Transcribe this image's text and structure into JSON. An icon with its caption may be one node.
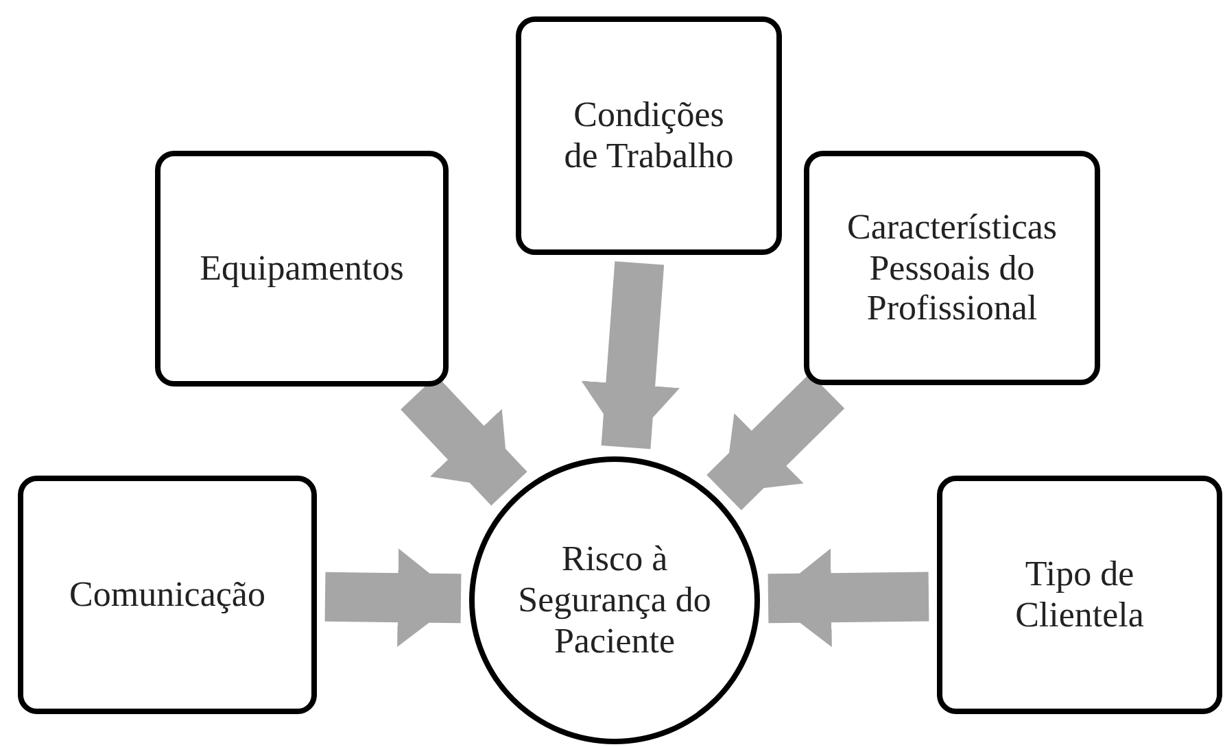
{
  "diagram": {
    "nodes": [
      {
        "text": [
          "Condições de Trabalho"
        ]
      },
      {
        "text": [
          "Equipamentos"
        ]
      },
      {
        "text": [
          "Características Pessoais do Profissional"
        ]
      },
      {
        "text": [
          "Comunicação"
        ]
      },
      {
        "text": [
          "Risco à Segurança do Paciente"
        ]
      },
      {
        "text": [
          "Tipo de Clientela"
        ]
      }
    ],
    "edges": [
      {
        "from": 0,
        "to": 4,
        "arrow": "to"
      },
      {
        "from": 1,
        "to": 4,
        "arrow": "to"
      },
      {
        "from": 2,
        "to": 4,
        "arrow": "to"
      },
      {
        "from": 3,
        "to": 4,
        "arrow": "to"
      },
      {
        "from": 5,
        "to": 4,
        "arrow": "to"
      }
    ]
  }
}
